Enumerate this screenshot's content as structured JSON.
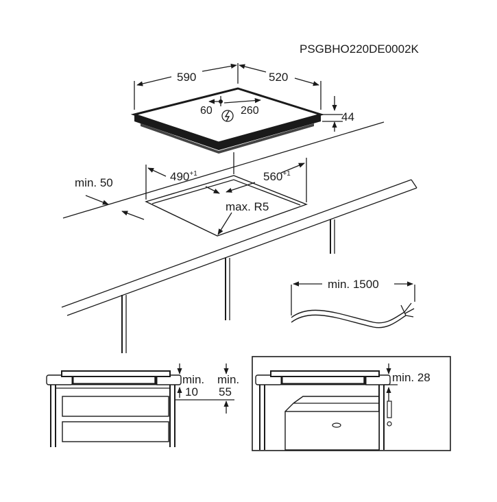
{
  "code": "PSGBHO220DE0002K",
  "hob": {
    "width": "590",
    "depth": "520",
    "height": "44",
    "connection_left": "60",
    "connection_right": "260"
  },
  "cutout": {
    "width_value": "490",
    "width_tol": "+1",
    "depth_value": "560",
    "depth_tol": "+1",
    "min_edge": "min. 50",
    "radius": "max. R5"
  },
  "cable": {
    "length": "min. 1500"
  },
  "section_drawer": {
    "label_a_line1": "min.",
    "label_a_line2": "10",
    "label_b_line1": "min.",
    "label_b_line2": "55"
  },
  "section_oven": {
    "label": "min. 28"
  }
}
